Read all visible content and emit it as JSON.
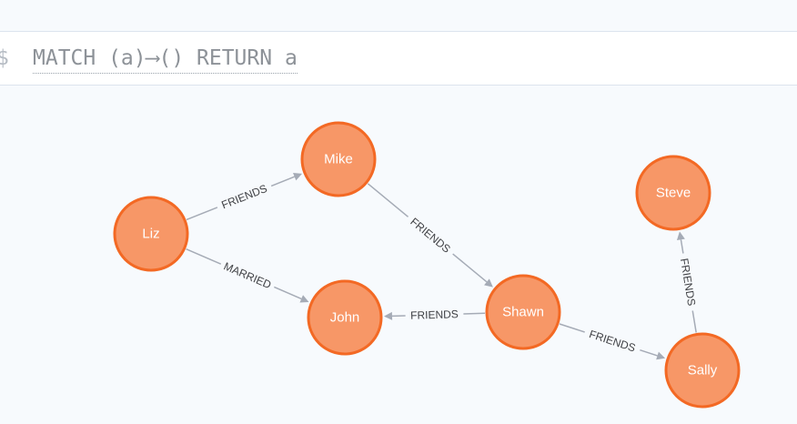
{
  "query_bar": {
    "prompt": "$",
    "query": "MATCH (a)⟶() RETURN a"
  },
  "graph": {
    "node_color": "#f79767",
    "node_border_color": "#f36924",
    "relationship_color": "#a5abb6",
    "nodes": [
      {
        "id": "liz",
        "label": "Liz"
      },
      {
        "id": "mike",
        "label": "Mike"
      },
      {
        "id": "john",
        "label": "John"
      },
      {
        "id": "shawn",
        "label": "Shawn"
      },
      {
        "id": "steve",
        "label": "Steve"
      },
      {
        "id": "sally",
        "label": "Sally"
      }
    ],
    "relationships": [
      {
        "id": "liz-mike",
        "from": "liz",
        "to": "mike",
        "type": "FRIENDS"
      },
      {
        "id": "liz-john",
        "from": "liz",
        "to": "john",
        "type": "MARRIED"
      },
      {
        "id": "mike-shawn",
        "from": "mike",
        "to": "shawn",
        "type": "FRIENDS"
      },
      {
        "id": "shawn-john",
        "from": "shawn",
        "to": "john",
        "type": "FRIENDS"
      },
      {
        "id": "shawn-sally",
        "from": "shawn",
        "to": "sally",
        "type": "FRIENDS"
      },
      {
        "id": "sally-steve",
        "from": "sally",
        "to": "steve",
        "type": "FRIENDS"
      }
    ]
  }
}
